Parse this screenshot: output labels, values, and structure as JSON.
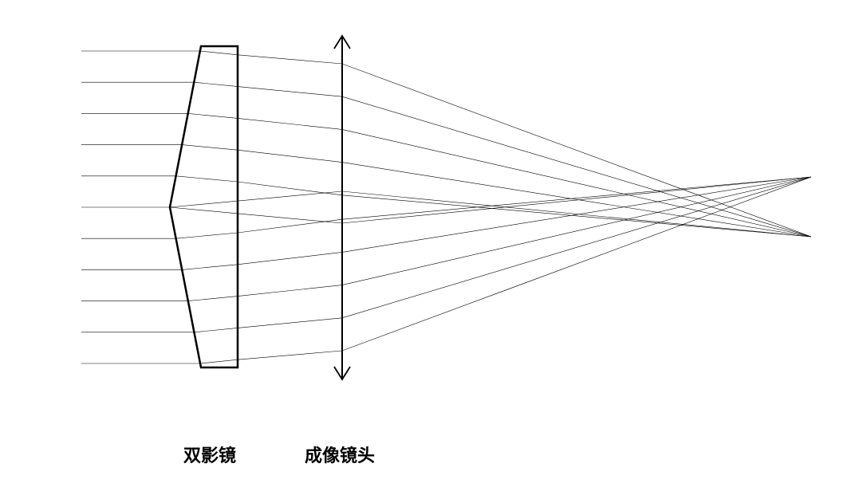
{
  "labels": {
    "biprism": "双影镜",
    "imaging_lens": "成像镜头"
  },
  "colors": {
    "ray": "#000000",
    "element": "#000000",
    "background": "#ffffff"
  },
  "diagram": {
    "ray_count": 11
  }
}
